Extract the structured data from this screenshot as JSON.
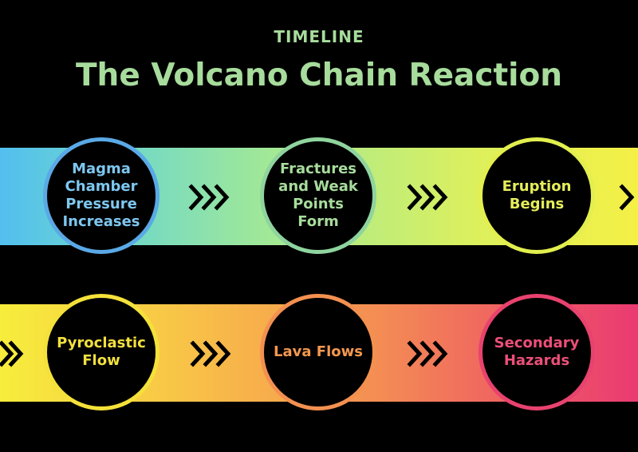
{
  "header": {
    "kicker": "TIMELINE",
    "title": "The Volcano Chain Reaction"
  },
  "steps": [
    {
      "label": "Magma Chamber Pressure Increases",
      "color": "#5aa9e6",
      "text_color": "#7ec7f0"
    },
    {
      "label": "Fractures and Weak Points Form",
      "color": "#8fd49e",
      "text_color": "#a7dc9c"
    },
    {
      "label": "Eruption Begins",
      "color": "#e2ef4e",
      "text_color": "#e5ee5a"
    },
    {
      "label": "Pyroclastic Flow",
      "color": "#f4e13a",
      "text_color": "#f2df3e"
    },
    {
      "label": "Lava Flows",
      "color": "#f39050",
      "text_color": "#f4984f"
    },
    {
      "label": "Secondary Hazards",
      "color": "#e8426e",
      "text_color": "#ec4f78"
    }
  ]
}
